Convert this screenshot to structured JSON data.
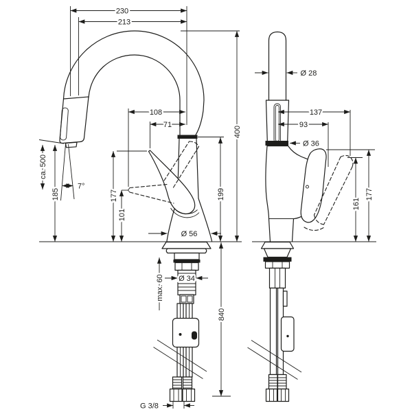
{
  "drawing": {
    "type": "technical-dimension-drawing",
    "background_color": "#ffffff",
    "line_color": "#1d1d1b",
    "front_view": {
      "width_total": "230",
      "width_inner": "213",
      "hose_pullout_length": "ca. 500",
      "outlet_height": "185",
      "spray_angle": "7°",
      "reach_spray_docked": "108",
      "reach_handle_tip": "71",
      "height_total": "400",
      "height_spout_joint": "199",
      "height_handle_tip": "177",
      "height_handle_lowered": "101",
      "base_diameter": "Ø 56",
      "shank_diameter": "Ø 34",
      "max_deck_thickness": "max. 60",
      "hose_length_below_deck": "840"
    },
    "side_view": {
      "spout_diameter": "Ø 28",
      "handle_tilted_reach": "137",
      "handle_upright_reach": "93",
      "joint_diameter": "Ø 36",
      "height_handle_upright": "177",
      "height_handle_tilted": "161"
    },
    "connection_thread": "G 3/8"
  }
}
